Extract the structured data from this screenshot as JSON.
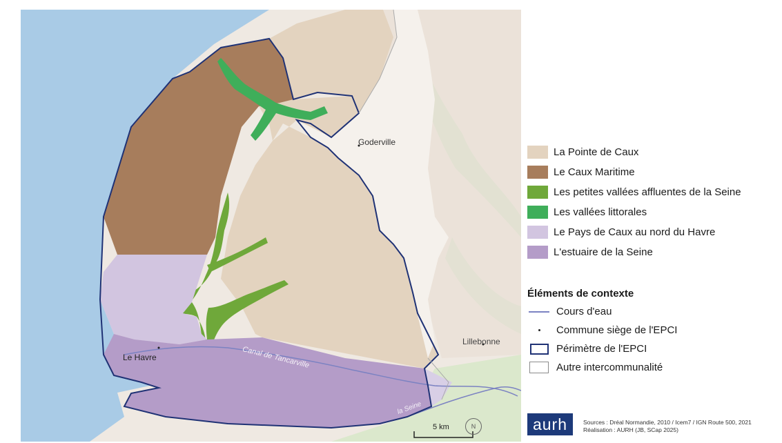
{
  "map": {
    "places": {
      "goderville": "Goderville",
      "le_havre": "Le Havre",
      "lillebonne": "Lillebonne",
      "canal": "Canal de Tancarville",
      "seine": "la Seine"
    },
    "scale_label": "5 km",
    "north_symbol": "N"
  },
  "legend": {
    "units": [
      {
        "label": "La Pointe de Caux",
        "color": "#e3d3bf"
      },
      {
        "label": "Le Caux Maritime",
        "color": "#a77d5c"
      },
      {
        "label": "Les petites vallées affluentes de la Seine",
        "color": "#6fa83a"
      },
      {
        "label": "Les vallées littorales",
        "color": "#3fae5a"
      },
      {
        "label": "Le Pays de Caux au nord du Havre",
        "color": "#d2c5e0"
      },
      {
        "label": "L'estuaire de la Seine",
        "color": "#b49cc8"
      }
    ],
    "context_title": "Éléments de contexte",
    "context": {
      "river": "Cours d'eau",
      "seat": "Commune siège de l'EPCI",
      "perimeter": "Périmètre de l'EPCI",
      "other": "Autre intercommunalité"
    }
  },
  "footer": {
    "logo": "aurh",
    "sources_line1": "Sources : Dréal Normandie, 2010 / Icem7 / IGN Route 500, 2021",
    "sources_line2": "Réalisation : AURH (JB, SCap 2025)"
  },
  "colors": {
    "sea": "#a9cbe6",
    "perimeter": "#1f3275",
    "other_epci": "#efe9e2"
  }
}
